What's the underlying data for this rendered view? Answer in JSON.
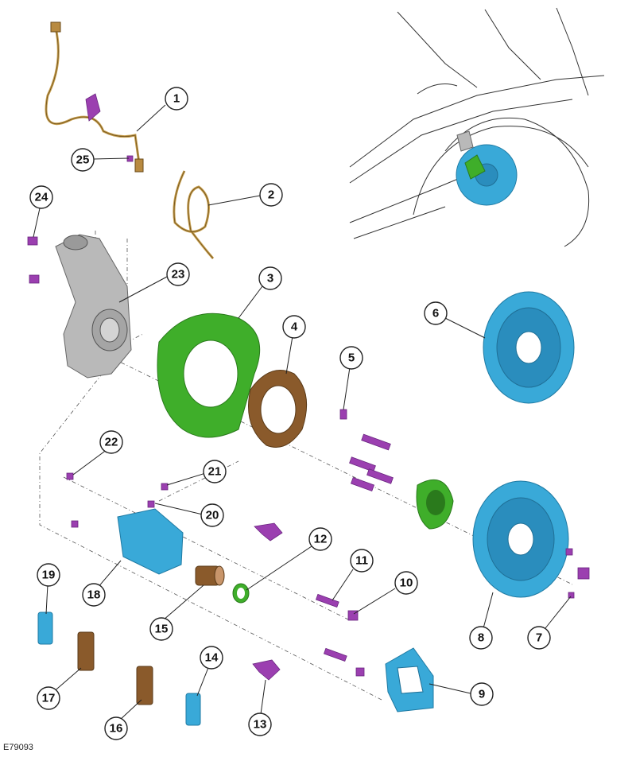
{
  "callouts": [
    "1",
    "2",
    "3",
    "4",
    "5",
    "6",
    "7",
    "8",
    "9",
    "10",
    "11",
    "12",
    "13",
    "14",
    "15",
    "16",
    "17",
    "18",
    "19",
    "20",
    "21",
    "22",
    "23",
    "24",
    "25"
  ],
  "reference_code": "E79093",
  "colors": {
    "shield_green": "#3fae2a",
    "shoe_brown": "#8a5a2b",
    "disc_blue": "#39a9d8",
    "fastener_purple": "#9b3fb0",
    "knuckle_grey": "#b9b9b9"
  }
}
